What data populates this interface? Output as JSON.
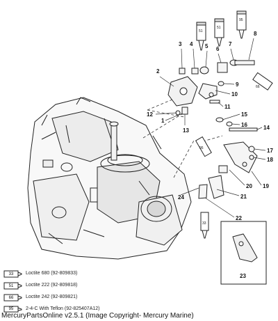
{
  "callouts": [
    "1",
    "2",
    "3",
    "4",
    "5",
    "6",
    "7",
    "8",
    "9",
    "10",
    "11",
    "12",
    "13",
    "14",
    "15",
    "16",
    "17",
    "18",
    "19",
    "20",
    "21",
    "22",
    "23",
    "24"
  ],
  "top_tubes": [
    "51",
    "51",
    "95"
  ],
  "inline_tubes": [
    "66",
    "95",
    "33"
  ],
  "legend": [
    {
      "code": "33",
      "text": "Loctite 680 (92-809833)"
    },
    {
      "code": "51",
      "text": "Loctite 222 (92-809818)"
    },
    {
      "code": "66",
      "text": "Loctite 242  (92-809821)"
    },
    {
      "code": "95",
      "text": "2-4-C  With Teflon (92-825407A12)"
    }
  ],
  "footer": "MercuryPartsOnline v2.5.1 (Image Copyright- Mercury Marine)"
}
